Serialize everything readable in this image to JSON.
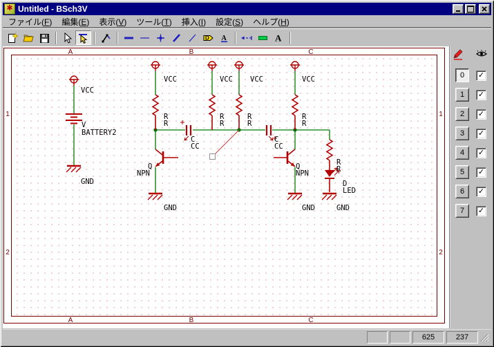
{
  "window": {
    "title": "Untitled - BSch3V"
  },
  "menu": {
    "items": [
      {
        "pre": "ファイル(",
        "key": "F",
        "post": ")"
      },
      {
        "pre": "編集(",
        "key": "E",
        "post": ")"
      },
      {
        "pre": "表示(",
        "key": "V",
        "post": ")"
      },
      {
        "pre": "ツール(",
        "key": "T",
        "post": ")"
      },
      {
        "pre": "挿入(",
        "key": "I",
        "post": ")"
      },
      {
        "pre": "設定(",
        "key": "S",
        "post": ")"
      },
      {
        "pre": "ヘルプ(",
        "key": "H",
        "post": ")"
      }
    ]
  },
  "toolbar": {
    "label_badge": "D",
    "text_tool": "A",
    "bold_text_tool": "A"
  },
  "ui": {
    "check_glyph": "✓"
  },
  "layer_panel": {
    "layers": [
      {
        "number": "0",
        "visible": true,
        "active": true
      },
      {
        "number": "1",
        "visible": true,
        "active": false
      },
      {
        "number": "2",
        "visible": true,
        "active": false
      },
      {
        "number": "3",
        "visible": true,
        "active": false
      },
      {
        "number": "4",
        "visible": true,
        "active": false
      },
      {
        "number": "5",
        "visible": true,
        "active": false
      },
      {
        "number": "6",
        "visible": true,
        "active": false
      },
      {
        "number": "7",
        "visible": true,
        "active": false
      }
    ]
  },
  "status_bar": {
    "coord_x": "625",
    "coord_y": "237"
  },
  "schematic": {
    "zones": {
      "a": "A",
      "b": "B",
      "c": "C",
      "row1": "1",
      "row2": "2"
    },
    "net_labels": {
      "vcc": "VCC",
      "gnd": "GND"
    },
    "components": {
      "battery": {
        "ref": "V",
        "name": "BATTERY2"
      },
      "r1": {
        "ref": "R",
        "name": "R"
      },
      "r2": {
        "ref": "R",
        "name": "R"
      },
      "r3": {
        "ref": "R",
        "name": "R"
      },
      "r4": {
        "ref": "R",
        "name": "R"
      },
      "r5": {
        "ref": "R",
        "name": "R"
      },
      "c1": {
        "ref": "C",
        "name": "CC"
      },
      "c2": {
        "ref": "C",
        "name": "CC"
      },
      "q1": {
        "ref": "Q",
        "name": "NPN"
      },
      "q2": {
        "ref": "Q",
        "name": "NPN"
      },
      "d1": {
        "ref": "D",
        "name": "LED"
      }
    },
    "colors": {
      "titlebar": "#000080",
      "wire_green": "#007a00",
      "component_red": "#b40000",
      "frame_maroon": "#7a0000",
      "grid_dot_pink": "#dc9494",
      "junction_green": "#007000",
      "toolbar_blue": "#2020c0",
      "toolbar_green": "#00cc44",
      "label_yellow": "#ffdd00",
      "canvas_bg": "#ffffff"
    }
  }
}
